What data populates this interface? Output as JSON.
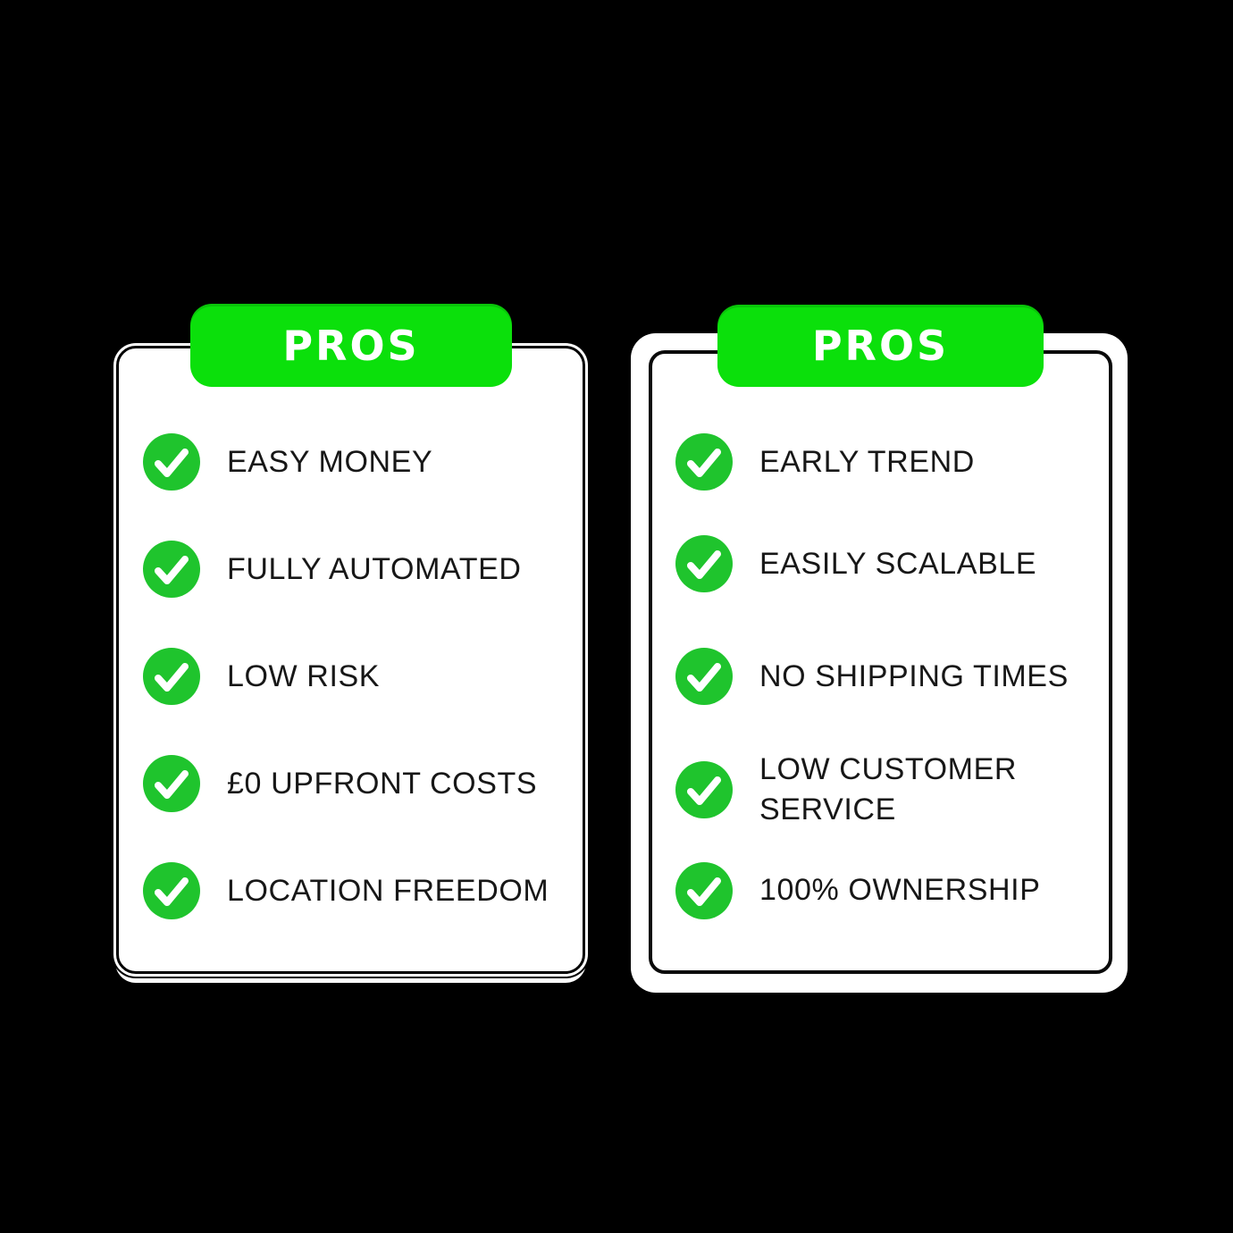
{
  "page": {
    "background_color": "#000000"
  },
  "colors": {
    "header_green": "#0be00b",
    "check_green": "#1fc42d",
    "card_background": "#ffffff",
    "border_black": "#000000",
    "text_dark": "#171717"
  },
  "cards": [
    {
      "header": "PROS",
      "items": [
        "EASY MONEY",
        "FULLY AUTOMATED",
        "LOW RISK",
        "£0 UPFRONT COSTS",
        "LOCATION FREEDOM"
      ]
    },
    {
      "header": "PROS",
      "items": [
        "EARLY TREND",
        "EASILY SCALABLE",
        "NO SHIPPING TIMES",
        "LOW CUSTOMER SERVICE",
        "100% OWNERSHIP"
      ]
    }
  ]
}
